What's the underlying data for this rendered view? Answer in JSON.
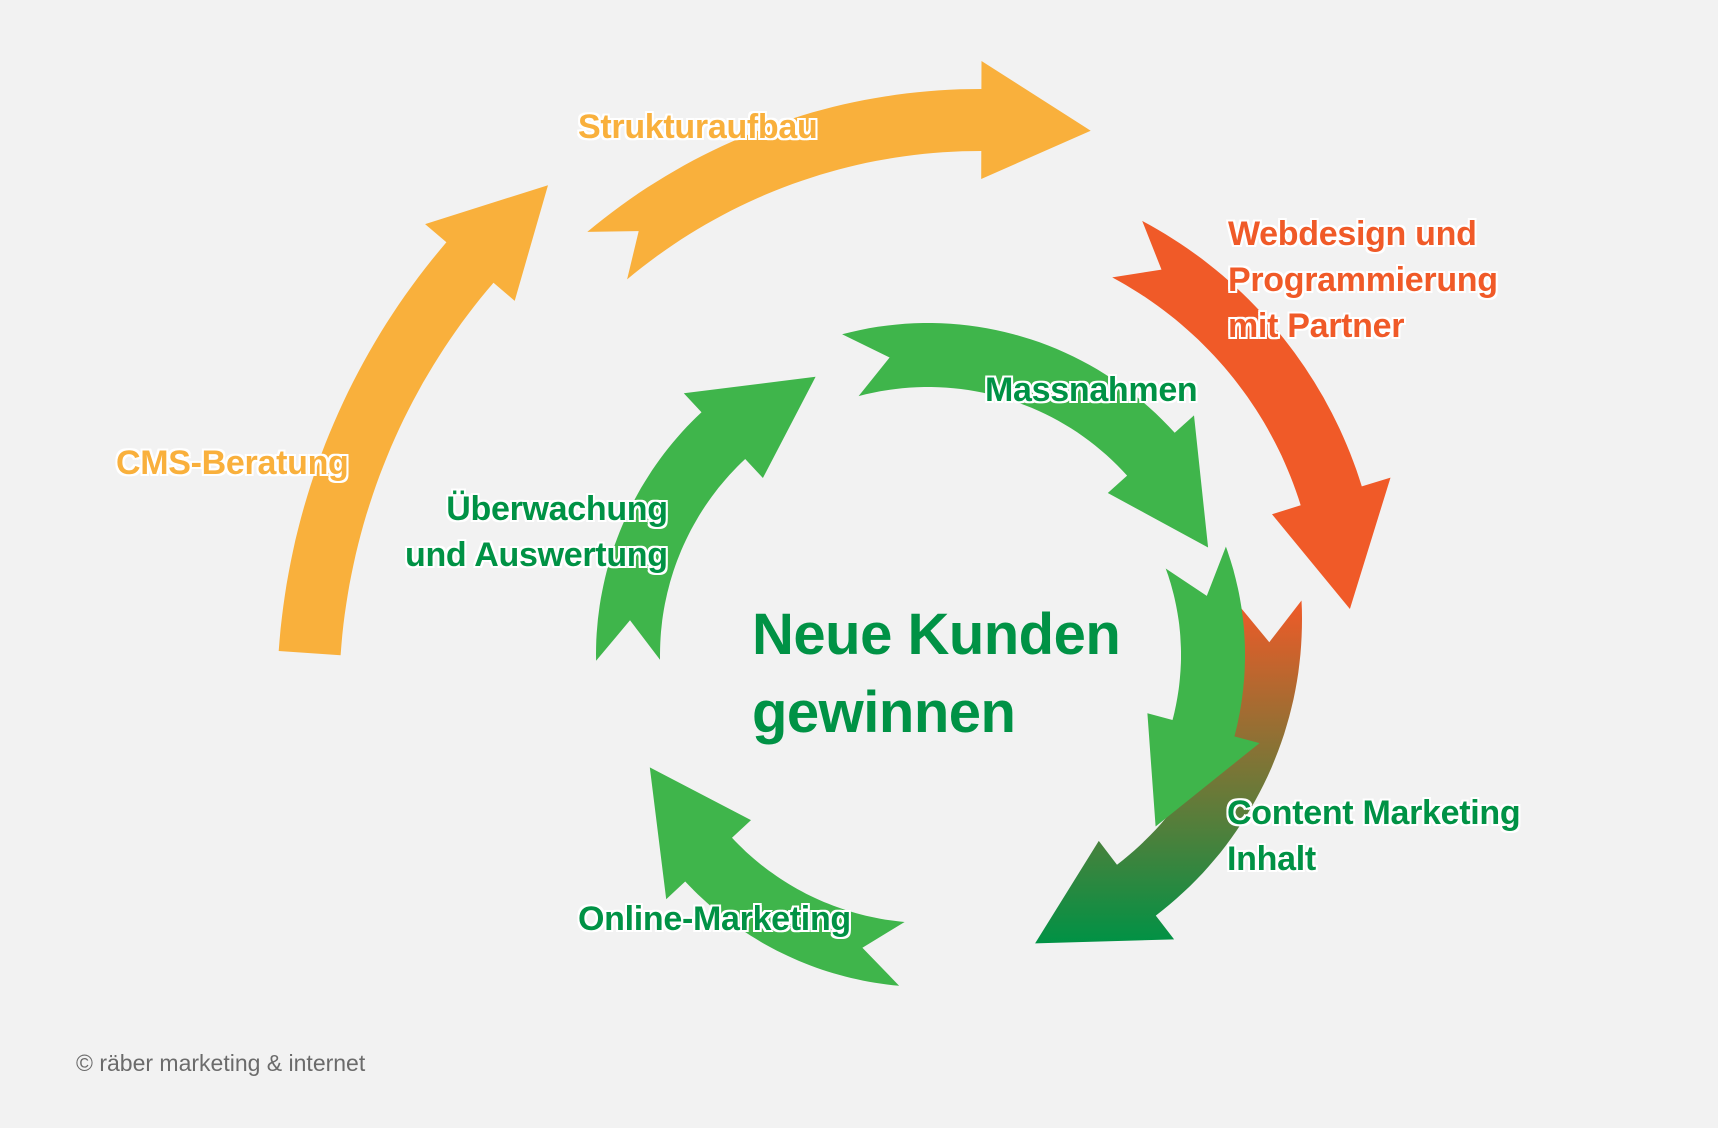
{
  "colors": {
    "background": "#f2f2f2",
    "orange_light": "#f9b03c",
    "orange_dark": "#f05a28",
    "green_light": "#3fb54b",
    "green_dark": "#009245"
  },
  "outer_cycle": {
    "cms_beratung": "CMS-Beratung",
    "strukturaufbau": "Strukturaufbau",
    "webdesign": {
      "line1": "Webdesign und",
      "line2": "Programmierung",
      "line3": "mit Partner"
    },
    "content_marketing": {
      "line1": "Content Marketing",
      "line2": "Inhalt"
    }
  },
  "inner_cycle": {
    "massnahmen": "Massnahmen",
    "ueberwachung": {
      "line1": "Überwachung",
      "line2": "und Auswertung"
    },
    "online_marketing": "Online-Marketing"
  },
  "center": {
    "line1": "Neue Kunden",
    "line2": "gewinnen"
  },
  "footer": {
    "copyright": "© räber marketing & internet"
  }
}
